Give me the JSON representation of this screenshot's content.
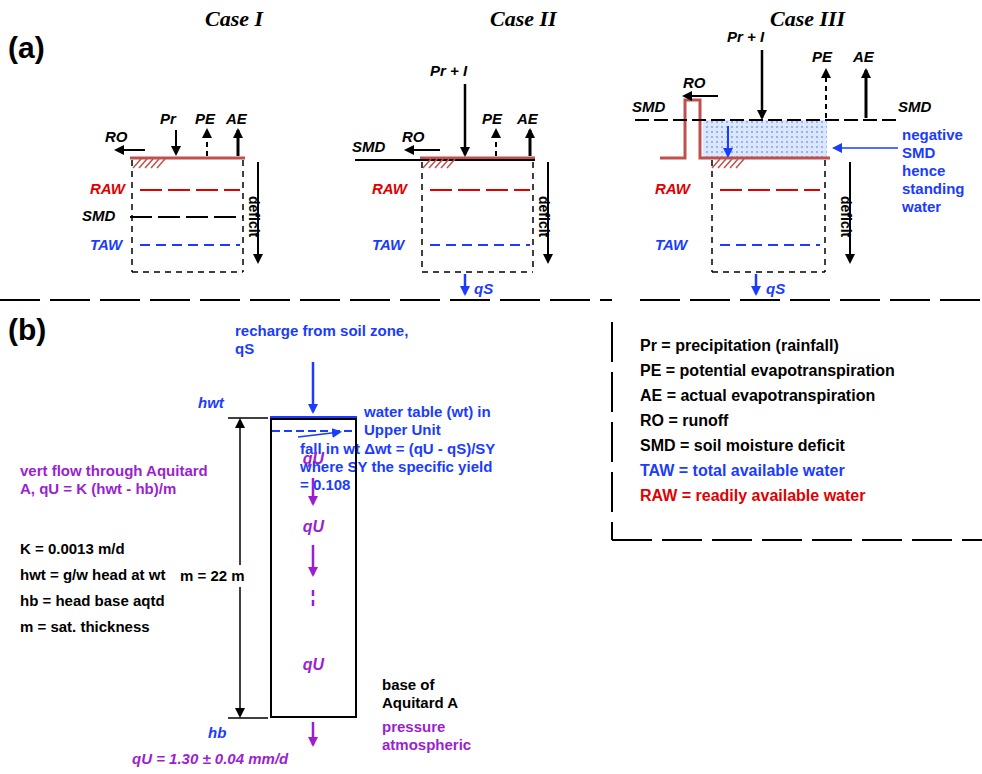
{
  "diagram": {
    "nodes": [
      {
        "text": [
          "qU",
          "qU",
          "qU"
        ]
      }
    ],
    "labels": [
      "(a)",
      "Case I",
      "Case II",
      "Case III",
      "RO",
      "Pr",
      "PE",
      "AE",
      "RAW",
      "SMD",
      "TAW",
      "deficit",
      "Pr + I",
      "PE",
      "AE",
      "RO",
      "SMD",
      "RAW",
      "TAW",
      "deficit",
      "qS",
      "Pr + I",
      "PE",
      "AE",
      "RO",
      "SMD",
      "SMD",
      "negative SMD hence standing water",
      "RAW",
      "TAW",
      "deficit",
      "qS",
      "(b)",
      "recharge from soil zone, qS",
      "hwt",
      "water table (wt) in Upper Unit",
      "fall in wt Δwt = (qU - qS)/SY where SY the specific yield = 0.108",
      "vert flow through Aquitard A, qU = K (hwt - hb)/m",
      "m = 22 m",
      "K = 0.0013 m/d",
      "hwt = g/w head at wt",
      "hb = head base aqtd",
      "m = sat. thickness",
      "base of Aquitard A",
      "pressure atmospheric",
      "hb",
      "qU = 1.30 ± 0.04 mm/d",
      "Pr = precipitation (rainfall)",
      "PE = potential evapotranspiration",
      "AE = actual evapotranspiration",
      "RO = runoff",
      "SMD = soil moisture deficit",
      "TAW = total available water",
      "RAW = readily available water"
    ]
  }
}
